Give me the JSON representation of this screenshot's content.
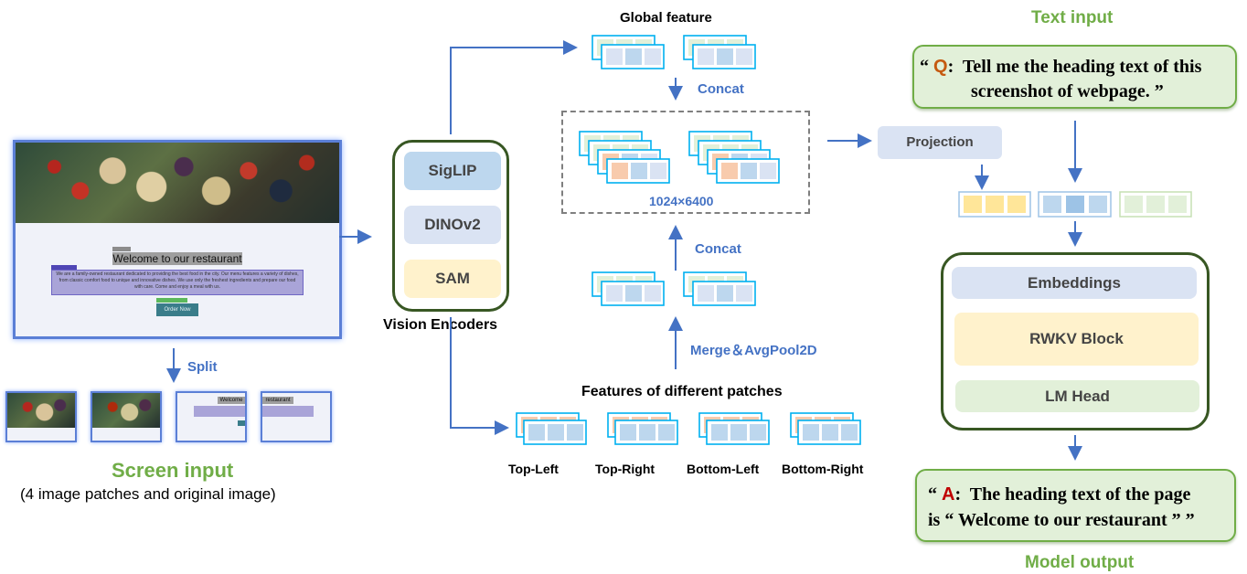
{
  "screen": {
    "heading": "Welcome to our restaurant",
    "paragraph": "We are a family-owned restaurant dedicated to providing the best food in the city. Our menu features a variety of dishes, from classic comfort food to unique and innovative dishes. We use only the freshest ingredients and prepare our food with care. Come and enjoy a meal with us.",
    "button": "Order Now",
    "split_label": "Split",
    "title": "Screen input",
    "subtitle": "(4 image patches and original image)"
  },
  "encoders": {
    "items": [
      "SigLIP",
      "DINOv2",
      "SAM"
    ],
    "label": "Vision Encoders"
  },
  "features": {
    "global_label": "Global feature",
    "concat_top": "Concat",
    "dims": "1024×6400",
    "concat_bottom": "Concat",
    "merge_label": "Merge＆AvgPool2D",
    "patches_title": "Features of different patches",
    "patch_names": [
      "Top-Left",
      "Top-Right",
      "Bottom-Left",
      "Bottom-Right"
    ]
  },
  "projection": "Projection",
  "text_input": {
    "title": "Text input",
    "q_prefix": "Q",
    "open_quote": "“",
    "question_line1": "Tell me the heading text of this",
    "question_line2": "screenshot of webpage.",
    "close_quote": "”"
  },
  "llm": {
    "layers": [
      "Embeddings",
      "RWKV Block",
      "LM Head"
    ]
  },
  "output": {
    "a_prefix": "A",
    "answer_line1": "The heading text of the page",
    "answer_line2": "is “ Welcome to our restaurant ” ”",
    "title": "Model output"
  },
  "colors": {
    "arrow": "#4472c4",
    "green_title": "#70ad47",
    "dark_green_border": "#385723",
    "q_color": "#c55a11",
    "a_color": "#c00000"
  }
}
